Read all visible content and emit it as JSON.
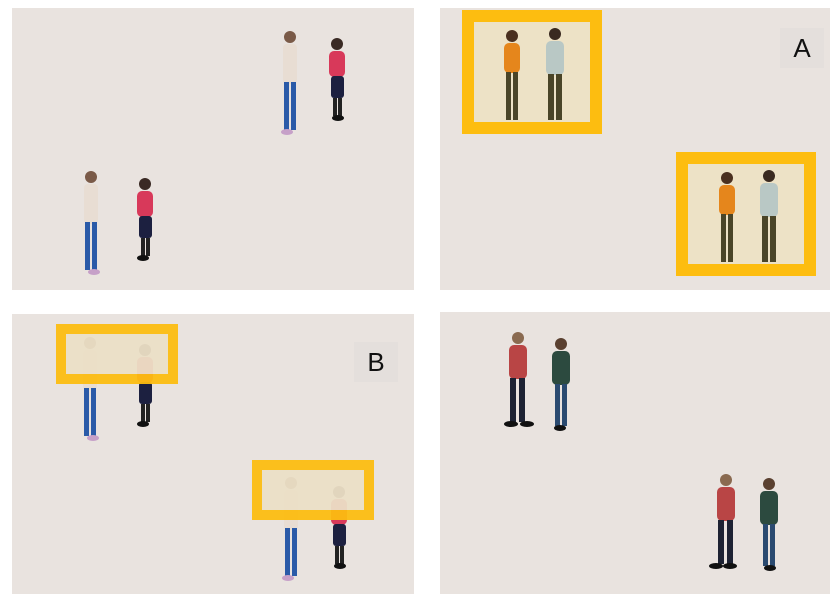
{
  "panels": {
    "top_left": {
      "label": ""
    },
    "top_right": {
      "label": "A"
    },
    "bottom_left": {
      "label": "B"
    },
    "bottom_right": {
      "label": ""
    }
  },
  "colors": {
    "background": "#e9e3df",
    "highlight": "#fdbd10",
    "shirt_light": "#e8ddd3",
    "jeans_blue": "#2a5aa8",
    "top_pink": "#d8395a",
    "skirt_navy": "#1c2040",
    "top_orange": "#e5861c",
    "shirt_grey": "#b9c8c5",
    "trousers_dark": "#4a4528",
    "shirt_red": "#b94545",
    "top_teal": "#2c4a3f"
  },
  "icons": [
    "person-figure"
  ]
}
